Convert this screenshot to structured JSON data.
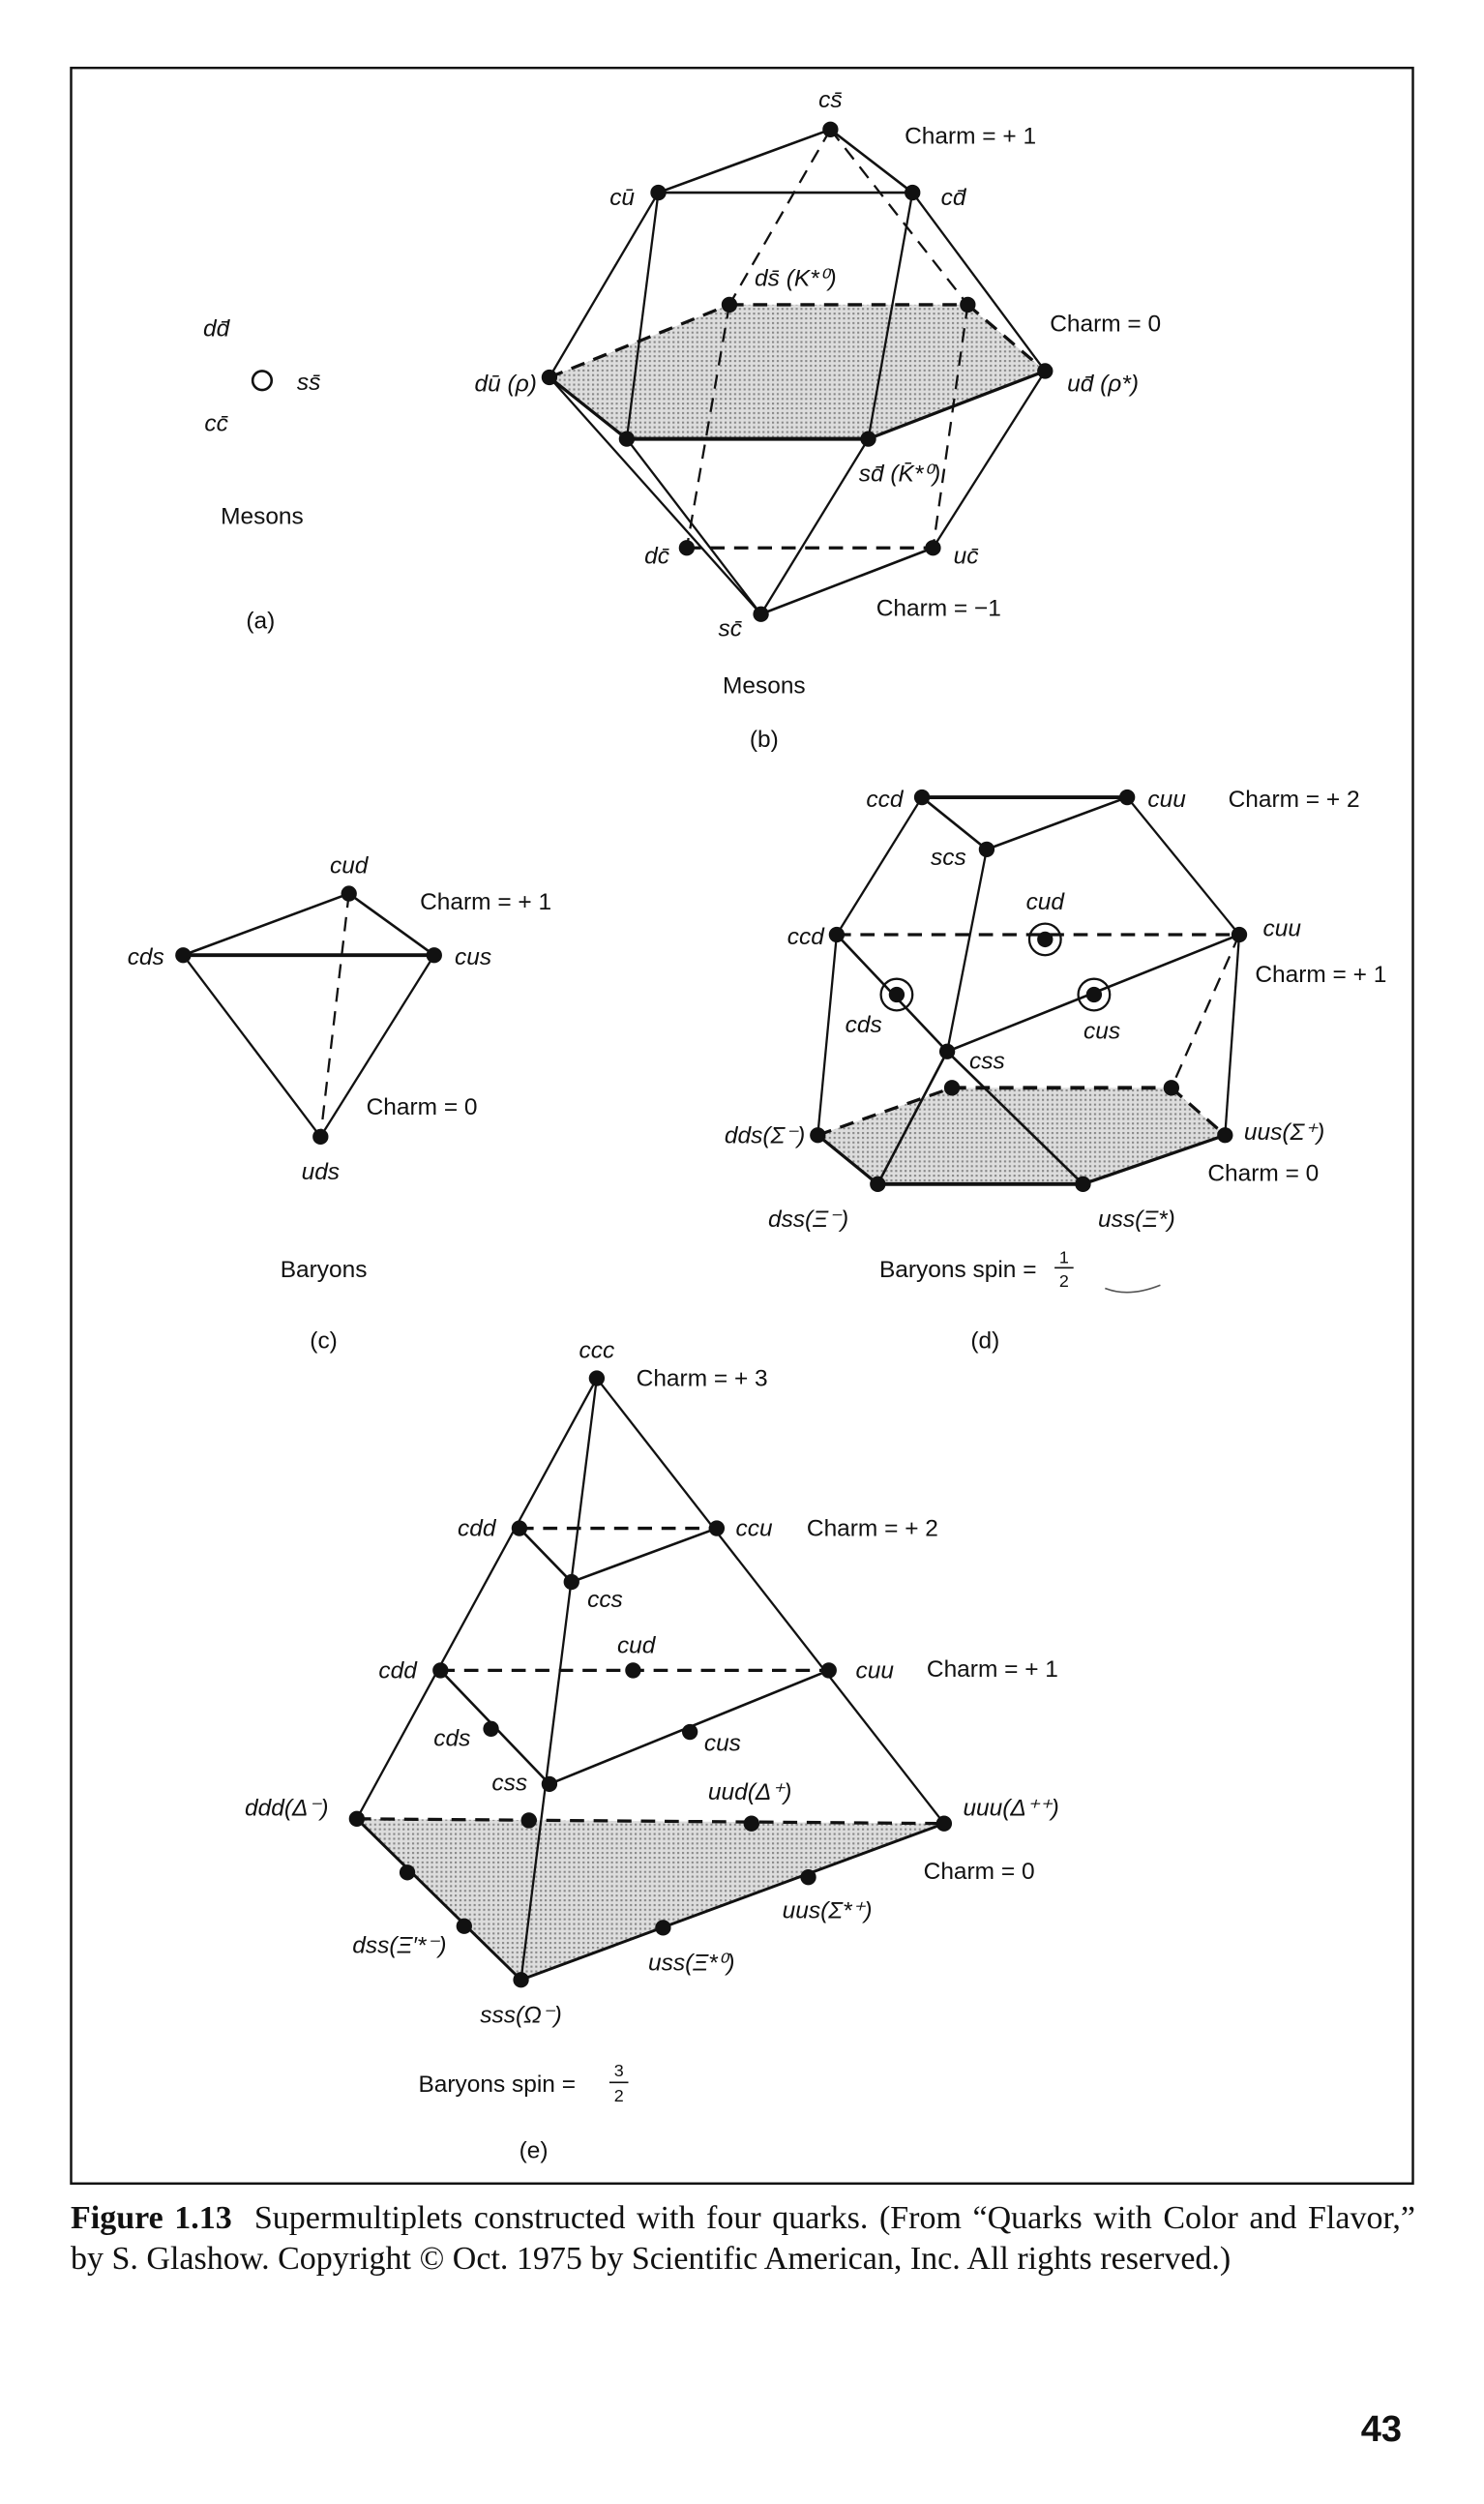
{
  "figure": {
    "a": {
      "labels": {
        "dd": "dd̄",
        "ss": "ss̄",
        "cc": "cc̄"
      },
      "title": "Mesons",
      "tag": "(a)"
    },
    "b": {
      "labels": {
        "cs": "cs̄",
        "cu": "cū",
        "cd": "cd̄",
        "ds": "ds̄ (K*⁰)",
        "du": "dū (ρ)",
        "ud": "ud̄ (ρ*)",
        "sd": "sd̄ (K̄*⁰)",
        "dc": "dc̄",
        "uc": "uc̄",
        "sc": "sc̄"
      },
      "charm": {
        "plus1": "Charm = + 1",
        "zero": "Charm = 0",
        "minus1": "Charm = −1"
      },
      "title": "Mesons",
      "tag": "(b)"
    },
    "c": {
      "labels": {
        "cud": "cud",
        "cds": "cds",
        "cus": "cus",
        "uds": "uds"
      },
      "charm": {
        "plus1": "Charm = + 1",
        "zero": "Charm = 0"
      },
      "title": "Baryons",
      "tag": "(c)"
    },
    "d": {
      "labels": {
        "ccd_top": "ccd",
        "cuu_top": "cuu",
        "scs": "scs",
        "ccd_mid": "ccd",
        "cuu_mid": "cuu",
        "cud": "cud",
        "cds": "cds",
        "cus": "cus",
        "css": "css",
        "dds": "dds(Σ⁻)",
        "uus": "uus(Σ⁺)",
        "dss": "dss(Ξ⁻)",
        "uss": "uss(Ξ*)"
      },
      "charm": {
        "plus2": "Charm = + 2",
        "plus1": "Charm = + 1",
        "zero": "Charm = 0"
      },
      "title": "Baryons spin = ",
      "spin_num": "1",
      "spin_den": "2",
      "tag": "(d)"
    },
    "e": {
      "labels": {
        "ccc": "ccc",
        "cdd_top": "cdd",
        "ccu": "ccu",
        "ccs": "ccs",
        "cdd_mid": "cdd",
        "cud": "cud",
        "cuu": "cuu",
        "cds": "cds",
        "cus": "cus",
        "css": "css",
        "ddd": "ddd(Δ⁻)",
        "uud": "uud(Δ⁺)",
        "uuu": "uuu(Δ⁺⁺)",
        "dss": "dss(Ξ′*⁻)",
        "uus": "uus(Σ*⁺)",
        "uss": "uss(Ξ*⁰)",
        "sss": "sss(Ω⁻)"
      },
      "charm": {
        "plus3": "Charm = + 3",
        "plus2": "Charm = + 2",
        "plus1": "Charm = + 1",
        "zero": "Charm = 0"
      },
      "title": "Baryons spin = ",
      "spin_num": "3",
      "spin_den": "2",
      "tag": "(e)"
    }
  },
  "caption": {
    "label": "Figure 1.13",
    "text": "Supermultiplets constructed with four quarks. (From “Quarks with Color and Flavor,” by S. Glashow. Copyright © Oct. 1975 by Scientific American, Inc. All rights reserved.)"
  },
  "page_number": "43"
}
